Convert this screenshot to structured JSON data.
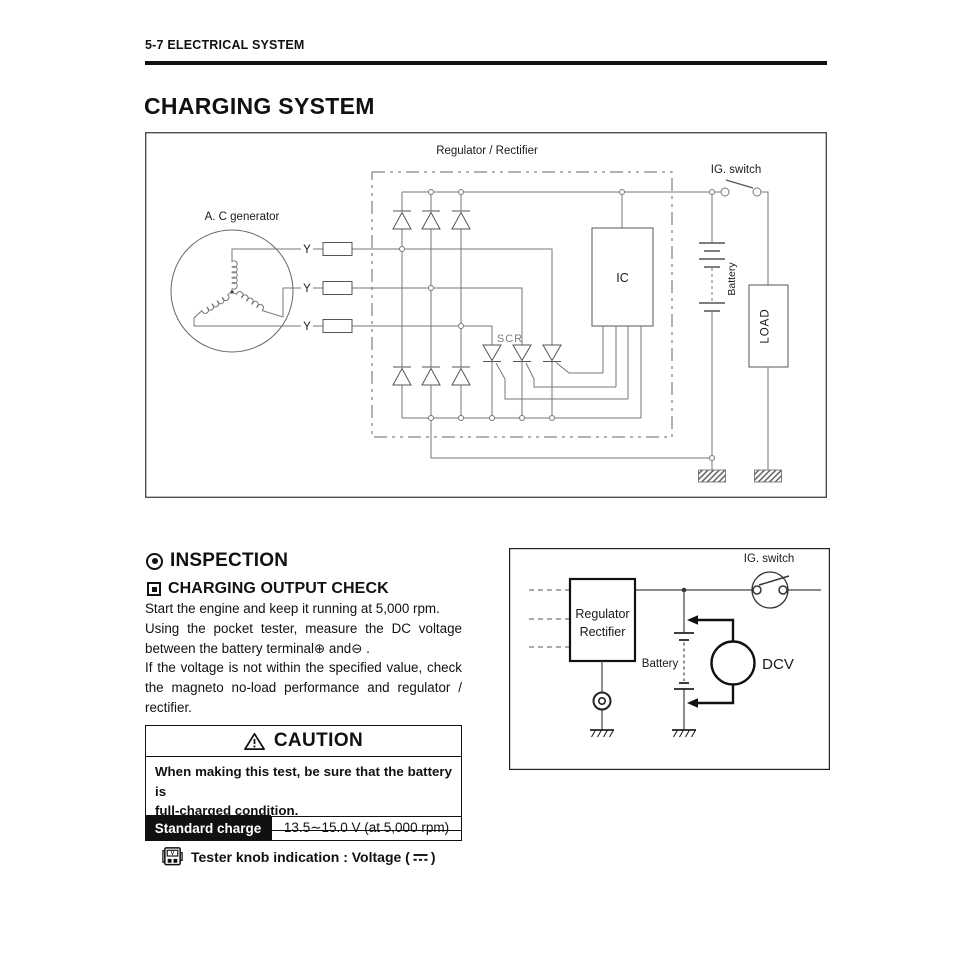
{
  "page": {
    "header": "5-7  ELECTRICAL SYSTEM",
    "title": "CHARGING SYSTEM"
  },
  "colors": {
    "ink": "#111111",
    "wire": "#777777"
  },
  "main_diagram": {
    "labels": {
      "regulator_rectifier": "Regulator / Rectifier",
      "ig_switch": "IG. switch",
      "ac_generator": "A. C generator",
      "ic": "IC",
      "scr": "SCR",
      "battery": "Battery",
      "load": "LOAD",
      "phase1": "Y",
      "phase2": "Y",
      "phase3": "Y"
    }
  },
  "inspection": {
    "heading": "INSPECTION",
    "subheading": "CHARGING OUTPUT CHECK",
    "body_lines": [
      "Start the engine and keep it running at 5,000 rpm.",
      "Using the pocket tester, measure the DC voltage",
      "between the battery terminal⊕ and⊖ .",
      "If the voltage is not within the specified value, check",
      "the magneto no-load performance and regulator /",
      "rectifier."
    ],
    "caution": {
      "title": "CAUTION",
      "lines": [
        "When making this test, be sure that the battery is",
        "full-charged condition."
      ]
    },
    "standard_charge": {
      "label": "Standard charge",
      "value": "13.5∼15.0 V (at 5,000 rpm)"
    },
    "tester_note": {
      "prefix": "Tester knob indication : Voltage (",
      "suffix": ")"
    }
  },
  "inspection_diagram": {
    "labels": {
      "ig_switch": "IG. switch",
      "regulator": "Regulator",
      "rectifier": "Rectifier",
      "battery": "Battery",
      "meter": "DCV"
    }
  }
}
